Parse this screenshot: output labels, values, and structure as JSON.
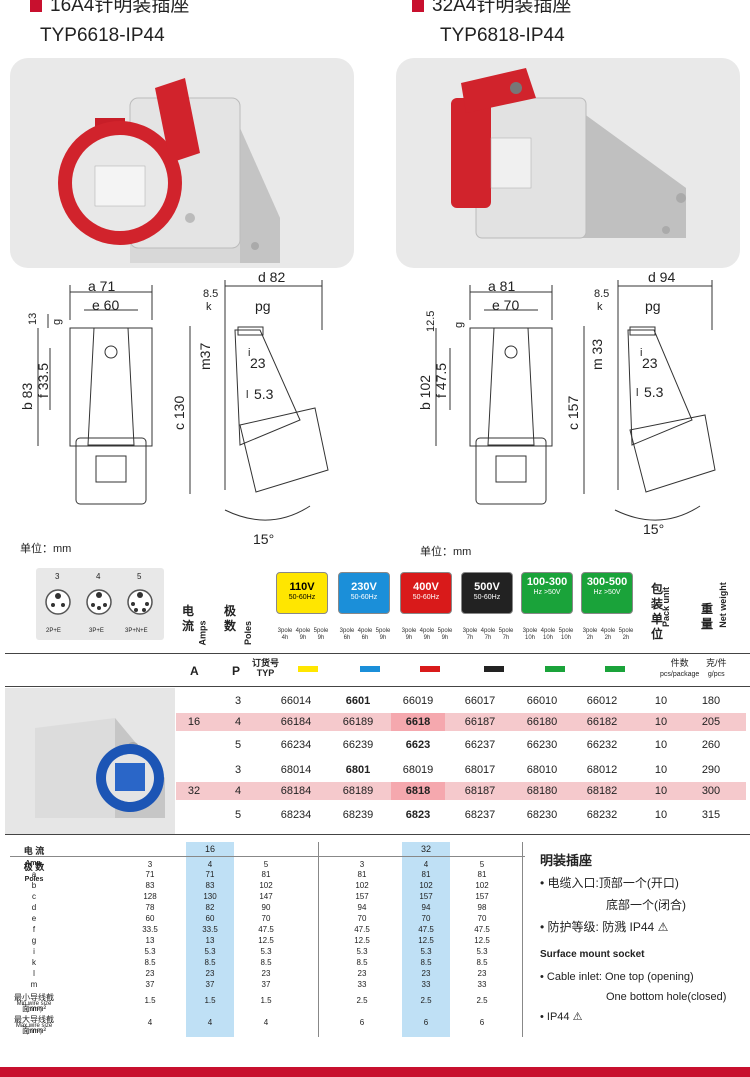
{
  "header_left": {
    "title": "16A4针明装插座",
    "model": "TYP6618-IP44"
  },
  "header_right": {
    "title": "32A4针明装插座",
    "model": "TYP6818-IP44"
  },
  "unit_label": "单位：mm",
  "dims_left": {
    "a": "a 71",
    "e": "e 60",
    "d": "d 82",
    "k": "8.5",
    "k_l": "k",
    "pg": "pg",
    "g": "g",
    "g_v": "13",
    "m": "m37",
    "i": "i",
    "i_v": "23",
    "l": "l",
    "l_v": "5.3",
    "f": "f 33.5",
    "b": "b 83",
    "c": "c 130",
    "angle": "15°"
  },
  "dims_right": {
    "a": "a 81",
    "e": "e 70",
    "d": "d 94",
    "k": "8.5",
    "k_l": "k",
    "pg": "pg",
    "g": "g",
    "g_v": "12.5",
    "m": "m 33",
    "i": "i",
    "i_v": "23",
    "l": "l",
    "l_v": "5.3",
    "f": "f 47.5",
    "b": "b 102",
    "c": "c 157",
    "angle": "15°"
  },
  "pin_diagram": {
    "labels": [
      "3",
      "4",
      "5"
    ],
    "captions": [
      "2P+E",
      "3P+E",
      "3P+N+E"
    ]
  },
  "col_headers": {
    "current": "电流",
    "current_en": "Amps",
    "poles": "极数",
    "poles_en": "Poles",
    "pack": "包装单位",
    "pack_en": "Pack unit",
    "weight": "重量",
    "weight_en": "Net weight"
  },
  "voltages": [
    {
      "v": "110V",
      "hz": "50-60Hz",
      "bg": "#ffe600",
      "fg": "#000"
    },
    {
      "v": "230V",
      "hz": "50-60Hz",
      "bg": "#1b8fd9",
      "fg": "#fff"
    },
    {
      "v": "400V",
      "hz": "50-60Hz",
      "bg": "#d91a1a",
      "fg": "#fff"
    },
    {
      "v": "500V",
      "hz": "50-60Hz",
      "bg": "#222222",
      "fg": "#fff"
    },
    {
      "v": "100-300",
      "hz": "Hz >50V",
      "bg": "#1aa33a",
      "fg": "#fff"
    },
    {
      "v": "300-500",
      "hz": "Hz >50V",
      "bg": "#1aa33a",
      "fg": "#fff"
    }
  ],
  "pole_labels": [
    [
      "3pole 4h",
      "4pole 9h",
      "5pole 9h"
    ],
    [
      "3pole 6h",
      "4pole 6h",
      "5pole 9h"
    ],
    [
      "3pole 9h",
      "4pole 9h",
      "5pole 9h"
    ],
    [
      "3pole 7h",
      "4pole 7h",
      "5pole 7h"
    ],
    [
      "3pole 10h",
      "4pole 10h",
      "5pole 10h"
    ],
    [
      "3pole 2h",
      "4pole 2h",
      "5pole 2h"
    ]
  ],
  "table_head": {
    "A": "A",
    "P": "P",
    "typ": "订货号",
    "typ2": "TYP",
    "pcs": "件数",
    "pcs_en": "pcs/package",
    "kg": "克/件",
    "kg_en": "g/pcs"
  },
  "table_colors": [
    "#ffe600",
    "#1b8fd9",
    "#d91a1a",
    "#222222",
    "#1aa33a",
    "#1aa33a"
  ],
  "rows": [
    {
      "amp": "",
      "pole": "3",
      "c": [
        "66014",
        "6601",
        "66019",
        "66017",
        "66010",
        "66012"
      ],
      "pack": "10",
      "w": "180"
    },
    {
      "amp": "16",
      "pole": "4",
      "c": [
        "66184",
        "66189",
        "6618",
        "66187",
        "66180",
        "66182"
      ],
      "pack": "10",
      "w": "205"
    },
    {
      "amp": "",
      "pole": "5",
      "c": [
        "66234",
        "66239",
        "6623",
        "66237",
        "66230",
        "66232"
      ],
      "pack": "10",
      "w": "260"
    },
    {
      "amp": "",
      "pole": "3",
      "c": [
        "68014",
        "6801",
        "68019",
        "68017",
        "68010",
        "68012"
      ],
      "pack": "10",
      "w": "290"
    },
    {
      "amp": "32",
      "pole": "4",
      "c": [
        "68184",
        "68189",
        "6818",
        "68187",
        "68180",
        "68182"
      ],
      "pack": "10",
      "w": "300"
    },
    {
      "amp": "",
      "pole": "5",
      "c": [
        "68234",
        "68239",
        "6823",
        "68237",
        "68230",
        "68232"
      ],
      "pack": "10",
      "w": "315"
    }
  ],
  "spec": {
    "head": {
      "current": "电 流",
      "amp": "Amp.",
      "c16": "16",
      "c32": "32",
      "poles": "极 数",
      "poles_en": "Poles"
    },
    "poles": [
      "3",
      "4",
      "5",
      "3",
      "4",
      "5"
    ],
    "rows": [
      {
        "k": "a",
        "v": [
          "71",
          "71",
          "81",
          "81",
          "81",
          "81"
        ]
      },
      {
        "k": "b",
        "v": [
          "83",
          "83",
          "102",
          "102",
          "102",
          "102"
        ]
      },
      {
        "k": "c",
        "v": [
          "128",
          "130",
          "147",
          "157",
          "157",
          "157"
        ]
      },
      {
        "k": "d",
        "v": [
          "78",
          "82",
          "90",
          "94",
          "94",
          "98"
        ]
      },
      {
        "k": "e",
        "v": [
          "60",
          "60",
          "70",
          "70",
          "70",
          "70"
        ]
      },
      {
        "k": "f",
        "v": [
          "33.5",
          "33.5",
          "47.5",
          "47.5",
          "47.5",
          "47.5"
        ]
      },
      {
        "k": "g",
        "v": [
          "13",
          "13",
          "12.5",
          "12.5",
          "12.5",
          "12.5"
        ]
      },
      {
        "k": "i",
        "v": [
          "5.3",
          "5.3",
          "5.3",
          "5.3",
          "5.3",
          "5.3"
        ]
      },
      {
        "k": "k",
        "v": [
          "8.5",
          "8.5",
          "8.5",
          "8.5",
          "8.5",
          "8.5"
        ]
      },
      {
        "k": "l",
        "v": [
          "23",
          "23",
          "23",
          "23",
          "23",
          "23"
        ]
      },
      {
        "k": "m",
        "v": [
          "37",
          "37",
          "37",
          "33",
          "33",
          "33"
        ]
      }
    ],
    "min_wire": {
      "label": "最小导线截面mm²",
      "label_en": "Min wire size (mm²)",
      "v": [
        "1.5",
        "1.5",
        "1.5",
        "2.5",
        "2.5",
        "2.5"
      ]
    },
    "max_wire": {
      "label": "最大导线截面mm²",
      "label_en": "Max wire size (mm²)",
      "v": [
        "4",
        "4",
        "4",
        "6",
        "6",
        "6"
      ]
    }
  },
  "notes": {
    "title": "明装插座",
    "cn1": "• 电缆入口:顶部一个(开口)",
    "cn2": "底部一个(闭合)",
    "cn3": "• 防护等级:  防溅      IP44",
    "en_title": "Surface mount socket",
    "en1": "• Cable inlet: One top (opening)",
    "en2": "One bottom hole(closed)",
    "en3": "• IP44"
  }
}
